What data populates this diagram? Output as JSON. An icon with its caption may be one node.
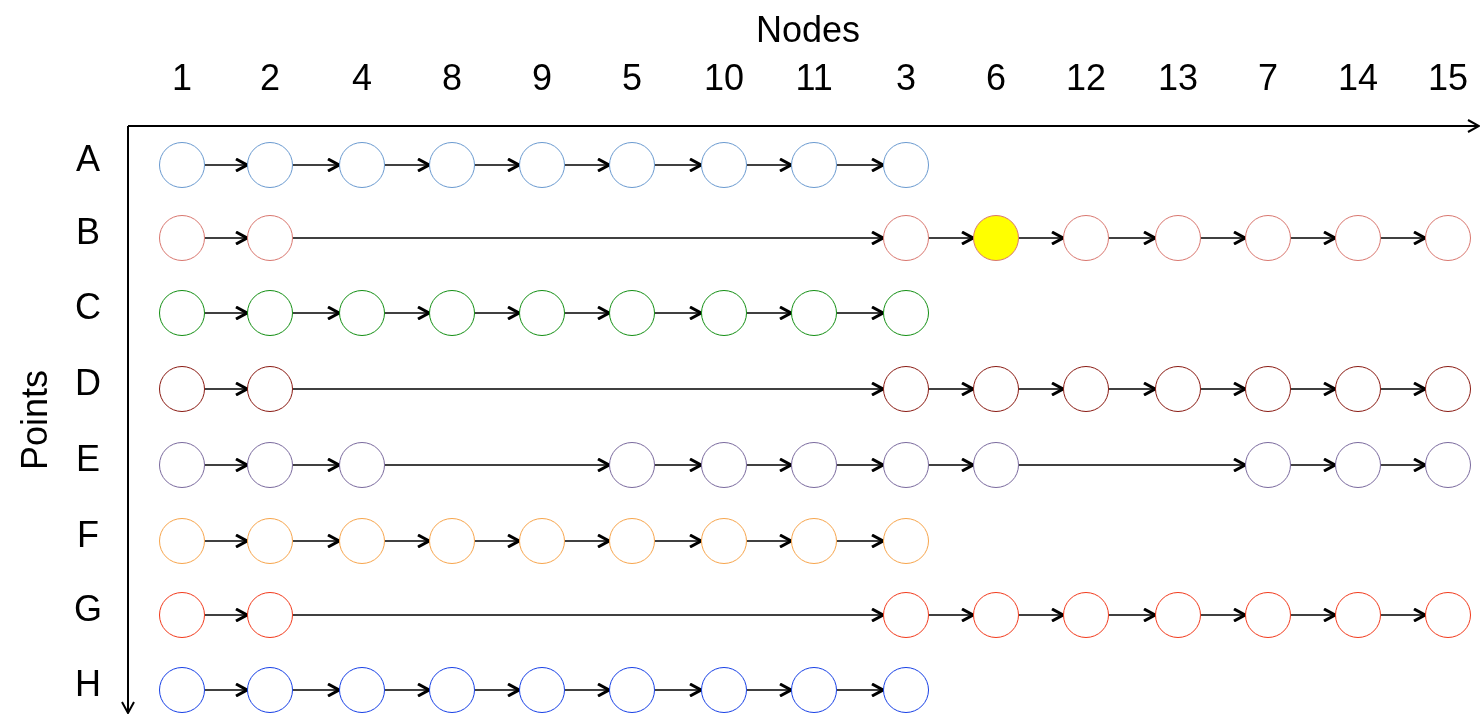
{
  "diagram": {
    "nodes": [
      {
        "text": [],
        "shape": "circle"
      },
      {
        "text": [],
        "shape": "circle"
      },
      {
        "text": [],
        "shape": "circle"
      },
      {
        "text": [],
        "shape": "circle"
      },
      {
        "text": [],
        "shape": "circle"
      },
      {
        "text": [],
        "shape": "circle"
      },
      {
        "text": [],
        "shape": "circle"
      },
      {
        "text": [],
        "shape": "circle"
      },
      {
        "text": [],
        "shape": "circle"
      },
      {
        "text": [],
        "shape": "circle"
      },
      {
        "text": [],
        "shape": "circle"
      },
      {
        "text": [],
        "shape": "circle"
      },
      {
        "text": [],
        "shape": "circle"
      },
      {
        "text": [],
        "shape": "circle"
      },
      {
        "text": [],
        "shape": "circle"
      },
      {
        "text": [],
        "shape": "circle"
      },
      {
        "text": [],
        "shape": "circle"
      },
      {
        "text": [],
        "shape": "circle"
      },
      {
        "text": [],
        "shape": "circle"
      },
      {
        "text": [],
        "shape": "circle"
      },
      {
        "text": [],
        "shape": "circle"
      },
      {
        "text": [],
        "shape": "circle"
      },
      {
        "text": [],
        "shape": "circle"
      },
      {
        "text": [],
        "shape": "circle"
      },
      {
        "text": [],
        "shape": "circle"
      },
      {
        "text": [],
        "shape": "circle"
      },
      {
        "text": [],
        "shape": "circle"
      },
      {
        "text": [],
        "shape": "circle"
      },
      {
        "text": [],
        "shape": "circle"
      },
      {
        "text": [],
        "shape": "circle"
      },
      {
        "text": [],
        "shape": "circle"
      },
      {
        "text": [],
        "shape": "circle"
      },
      {
        "text": [],
        "shape": "circle"
      },
      {
        "text": [],
        "shape": "circle"
      },
      {
        "text": [],
        "shape": "circle"
      },
      {
        "text": [],
        "shape": "circle"
      },
      {
        "text": [],
        "shape": "circle"
      },
      {
        "text": [],
        "shape": "circle"
      },
      {
        "text": [],
        "shape": "circle"
      },
      {
        "text": [],
        "shape": "circle"
      },
      {
        "text": [],
        "shape": "circle"
      },
      {
        "text": [],
        "shape": "circle"
      },
      {
        "text": [],
        "shape": "circle"
      },
      {
        "text": [],
        "shape": "circle"
      },
      {
        "text": [],
        "shape": "circle"
      },
      {
        "text": [],
        "shape": "circle"
      },
      {
        "text": [],
        "shape": "circle"
      },
      {
        "text": [],
        "shape": "circle"
      },
      {
        "text": [],
        "shape": "circle"
      },
      {
        "text": [],
        "shape": "circle"
      },
      {
        "text": [],
        "shape": "circle"
      },
      {
        "text": [],
        "shape": "circle"
      },
      {
        "text": [],
        "shape": "circle"
      },
      {
        "text": [],
        "shape": "circle"
      },
      {
        "text": [],
        "shape": "circle"
      },
      {
        "text": [],
        "shape": "circle"
      },
      {
        "text": [],
        "shape": "circle"
      },
      {
        "text": [],
        "shape": "circle"
      },
      {
        "text": [],
        "shape": "circle"
      },
      {
        "text": [],
        "shape": "circle"
      },
      {
        "text": [],
        "shape": "circle"
      },
      {
        "text": [],
        "shape": "circle"
      },
      {
        "text": [],
        "shape": "circle"
      },
      {
        "text": [],
        "shape": "circle"
      },
      {
        "text": [],
        "shape": "circle"
      },
      {
        "text": [],
        "shape": "circle"
      },
      {
        "text": [],
        "shape": "circle"
      },
      {
        "text": [],
        "shape": "circle"
      },
      {
        "text": [],
        "shape": "circle"
      },
      {
        "text": [],
        "shape": "circle"
      },
      {
        "text": [],
        "shape": "circle"
      },
      {
        "text": [],
        "shape": "circle"
      },
      {
        "text": [],
        "shape": "circle"
      },
      {
        "text": [],
        "shape": "circle"
      }
    ],
    "edges": [
      {
        "from": 0,
        "to": 1,
        "arrow": "to"
      },
      {
        "from": 1,
        "to": 2,
        "arrow": "to"
      },
      {
        "from": 2,
        "to": 3,
        "arrow": "to"
      },
      {
        "from": 3,
        "to": 4,
        "arrow": "to"
      },
      {
        "from": 4,
        "to": 5,
        "arrow": "to"
      },
      {
        "from": 5,
        "to": 6,
        "arrow": "to"
      },
      {
        "from": 6,
        "to": 7,
        "arrow": "to"
      },
      {
        "from": 7,
        "to": 8,
        "arrow": "to"
      },
      {
        "from": 9,
        "to": 10,
        "arrow": "to"
      },
      {
        "from": 10,
        "to": 11,
        "arrow": "to"
      },
      {
        "from": 11,
        "to": 12,
        "arrow": "to"
      },
      {
        "from": 12,
        "to": 13,
        "arrow": "to"
      },
      {
        "from": 13,
        "to": 14,
        "arrow": "to"
      },
      {
        "from": 14,
        "to": 15,
        "arrow": "to"
      },
      {
        "from": 15,
        "to": 16,
        "arrow": "to"
      },
      {
        "from": 16,
        "to": 17,
        "arrow": "to"
      },
      {
        "from": 18,
        "to": 19,
        "arrow": "to"
      },
      {
        "from": 19,
        "to": 20,
        "arrow": "to"
      },
      {
        "from": 20,
        "to": 21,
        "arrow": "to"
      },
      {
        "from": 21,
        "to": 22,
        "arrow": "to"
      },
      {
        "from": 22,
        "to": 23,
        "arrow": "to"
      },
      {
        "from": 23,
        "to": 24,
        "arrow": "to"
      },
      {
        "from": 24,
        "to": 25,
        "arrow": "to"
      },
      {
        "from": 25,
        "to": 26,
        "arrow": "to"
      },
      {
        "from": 27,
        "to": 28,
        "arrow": "to"
      },
      {
        "from": 28,
        "to": 29,
        "arrow": "to"
      },
      {
        "from": 29,
        "to": 30,
        "arrow": "to"
      },
      {
        "from": 30,
        "to": 31,
        "arrow": "to"
      },
      {
        "from": 31,
        "to": 32,
        "arrow": "to"
      },
      {
        "from": 32,
        "to": 33,
        "arrow": "to"
      },
      {
        "from": 33,
        "to": 34,
        "arrow": "to"
      },
      {
        "from": 34,
        "to": 35,
        "arrow": "to"
      },
      {
        "from": 36,
        "to": 37,
        "arrow": "to"
      },
      {
        "from": 37,
        "to": 38,
        "arrow": "to"
      },
      {
        "from": 38,
        "to": 39,
        "arrow": "to"
      },
      {
        "from": 39,
        "to": 40,
        "arrow": "to"
      },
      {
        "from": 40,
        "to": 41,
        "arrow": "to"
      },
      {
        "from": 41,
        "to": 42,
        "arrow": "to"
      },
      {
        "from": 42,
        "to": 43,
        "arrow": "to"
      },
      {
        "from": 43,
        "to": 44,
        "arrow": "to"
      },
      {
        "from": 44,
        "to": 45,
        "arrow": "to"
      },
      {
        "from": 45,
        "to": 46,
        "arrow": "to"
      },
      {
        "from": 47,
        "to": 48,
        "arrow": "to"
      },
      {
        "from": 48,
        "to": 49,
        "arrow": "to"
      },
      {
        "from": 49,
        "to": 50,
        "arrow": "to"
      },
      {
        "from": 50,
        "to": 51,
        "arrow": "to"
      },
      {
        "from": 51,
        "to": 52,
        "arrow": "to"
      },
      {
        "from": 52,
        "to": 53,
        "arrow": "to"
      },
      {
        "from": 53,
        "to": 54,
        "arrow": "to"
      },
      {
        "from": 54,
        "to": 55,
        "arrow": "to"
      },
      {
        "from": 56,
        "to": 57,
        "arrow": "to"
      },
      {
        "from": 57,
        "to": 58,
        "arrow": "to"
      },
      {
        "from": 58,
        "to": 59,
        "arrow": "to"
      },
      {
        "from": 59,
        "to": 60,
        "arrow": "to"
      },
      {
        "from": 60,
        "to": 61,
        "arrow": "to"
      },
      {
        "from": 61,
        "to": 62,
        "arrow": "to"
      },
      {
        "from": 62,
        "to": 63,
        "arrow": "to"
      },
      {
        "from": 63,
        "to": 64,
        "arrow": "to"
      },
      {
        "from": 65,
        "to": 66,
        "arrow": "to"
      },
      {
        "from": 66,
        "to": 67,
        "arrow": "to"
      },
      {
        "from": 67,
        "to": 68,
        "arrow": "to"
      },
      {
        "from": 68,
        "to": 69,
        "arrow": "to"
      },
      {
        "from": 69,
        "to": 70,
        "arrow": "to"
      },
      {
        "from": 70,
        "to": 71,
        "arrow": "to"
      },
      {
        "from": 71,
        "to": 72,
        "arrow": "to"
      },
      {
        "from": 72,
        "to": 73,
        "arrow": "to"
      }
    ],
    "labels": [
      "Nodes",
      "1",
      "2",
      "4",
      "8",
      "9",
      "5",
      "10",
      "11",
      "3",
      "6",
      "12",
      "13",
      "7",
      "14",
      "15",
      "Points",
      "A",
      "B",
      "C",
      "D",
      "E",
      "F",
      "G",
      "H"
    ]
  }
}
